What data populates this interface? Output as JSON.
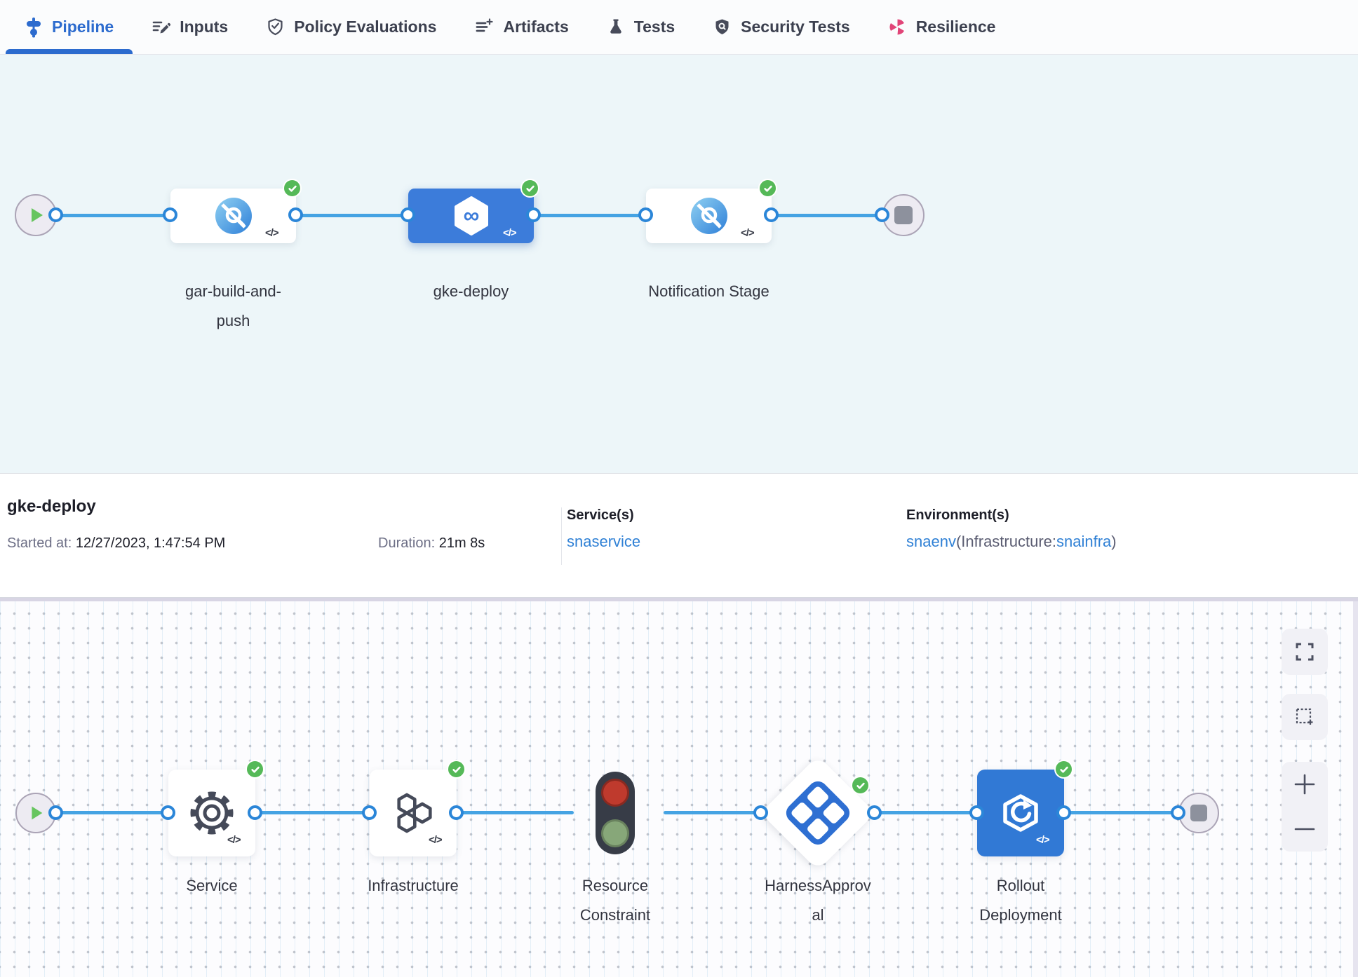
{
  "tab_bar": {
    "tabs": [
      {
        "label": "Pipeline",
        "active": true
      },
      {
        "label": "Inputs",
        "active": false
      },
      {
        "label": "Policy Evaluations",
        "active": false
      },
      {
        "label": "Artifacts",
        "active": false
      },
      {
        "label": "Tests",
        "active": false
      },
      {
        "label": "Security Tests",
        "active": false
      },
      {
        "label": "Resilience",
        "active": false
      }
    ]
  },
  "stage_pipeline": {
    "stages": [
      {
        "name": "gar-build-and-push",
        "status": "success",
        "selected": false
      },
      {
        "name": "gke-deploy",
        "status": "success",
        "selected": true
      },
      {
        "name": "Notification Stage",
        "status": "success",
        "selected": false
      }
    ],
    "code_toggle": "</>",
    "infinity_glyph": "∞"
  },
  "details": {
    "title": "gke-deploy",
    "started_label": "Started at:",
    "started_value": "12/27/2023, 1:47:54 PM",
    "duration_label": "Duration:",
    "duration_value": "21m 8s",
    "services_label": "Service(s)",
    "services_value": "snaservice",
    "environments_label": "Environment(s)",
    "env_name": "snaenv",
    "env_infra_prefix": "(Infrastructure:",
    "env_infra_name": "snainfra",
    "env_suffix": ")"
  },
  "execution": {
    "steps": [
      {
        "name": "Service",
        "status": "success"
      },
      {
        "name": "Infrastructure",
        "status": "success"
      },
      {
        "name": "Resource Constraint",
        "status": "none"
      },
      {
        "name": "HarnessApproval",
        "status": "success"
      },
      {
        "name": "Rollout Deployment",
        "status": "success"
      }
    ]
  },
  "colors": {
    "accent_blue": "#2c6bce",
    "line_blue": "#45a3e3",
    "selected_stage_blue": "#3c7cda",
    "step_blue": "#3179d5",
    "success_green": "#55b958",
    "link_blue": "#2f80d5",
    "resilience_pink": "#e14578",
    "canvas_blue_bg": "#edf6f9"
  }
}
